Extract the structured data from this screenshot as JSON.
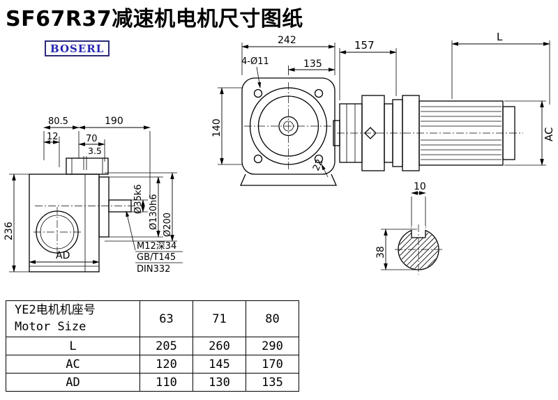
{
  "page": {
    "title": "SF67R37减速机电机尺寸图纸",
    "brand": "BOSERL"
  },
  "front_view": {
    "overall_width": "242",
    "bolt_offset": "135",
    "bolt_holes": "4-Ø11",
    "height": "140",
    "edge": "22"
  },
  "motor_view": {
    "adapter_length": "157",
    "motor_length": "L",
    "motor_diameter": "AC"
  },
  "left_view": {
    "top_width_1": "80.5",
    "top_width_2": "190",
    "step_1": "12",
    "step_2": "70",
    "step_3": "3.5",
    "height": "236",
    "foot_width": "AD",
    "shaft_dia": "Ø35k6",
    "spigot_dia": "Ø130h6",
    "flange_dia": "Ø200",
    "tap_note": "M12深34",
    "std_note1": "GB/T145",
    "std_note2": "DIN332"
  },
  "shaft_section": {
    "key_width": "10",
    "shaft_dia": "38"
  },
  "table": {
    "header": {
      "label_cn": "YE2电机机座号",
      "label_en": "Motor Size",
      "sizes": [
        "63",
        "71",
        "80"
      ]
    },
    "rows": [
      {
        "label": "L",
        "values": [
          "205",
          "260",
          "290"
        ]
      },
      {
        "label": "AC",
        "values": [
          "120",
          "145",
          "170"
        ]
      },
      {
        "label": "AD",
        "values": [
          "110",
          "130",
          "135"
        ]
      }
    ]
  }
}
